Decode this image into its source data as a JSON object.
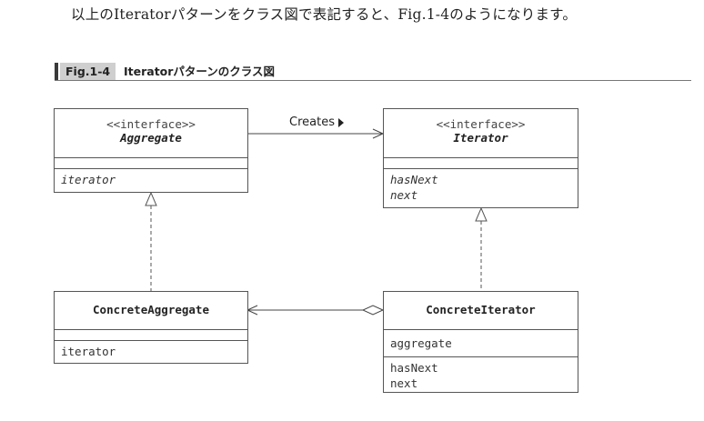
{
  "intro_text": "以上のIteratorパターンをクラス図で表記すると、Fig.1-4のようになります。",
  "figure": {
    "tag": "Fig.1-4",
    "title": "Iteratorパターンのクラス図"
  },
  "classes": {
    "aggregate": {
      "stereotype": "<<interface>>",
      "name": "Aggregate",
      "methods": [
        "iterator"
      ]
    },
    "iterator": {
      "stereotype": "<<interface>>",
      "name": "Iterator",
      "methods": [
        "hasNext",
        "next"
      ]
    },
    "concrete_aggregate": {
      "name": "ConcreteAggregate",
      "methods": [
        "iterator"
      ]
    },
    "concrete_iterator": {
      "name": "ConcreteIterator",
      "fields": [
        "aggregate"
      ],
      "methods": [
        "hasNext",
        "next"
      ]
    }
  },
  "relations": {
    "creates_label": "Creates"
  }
}
